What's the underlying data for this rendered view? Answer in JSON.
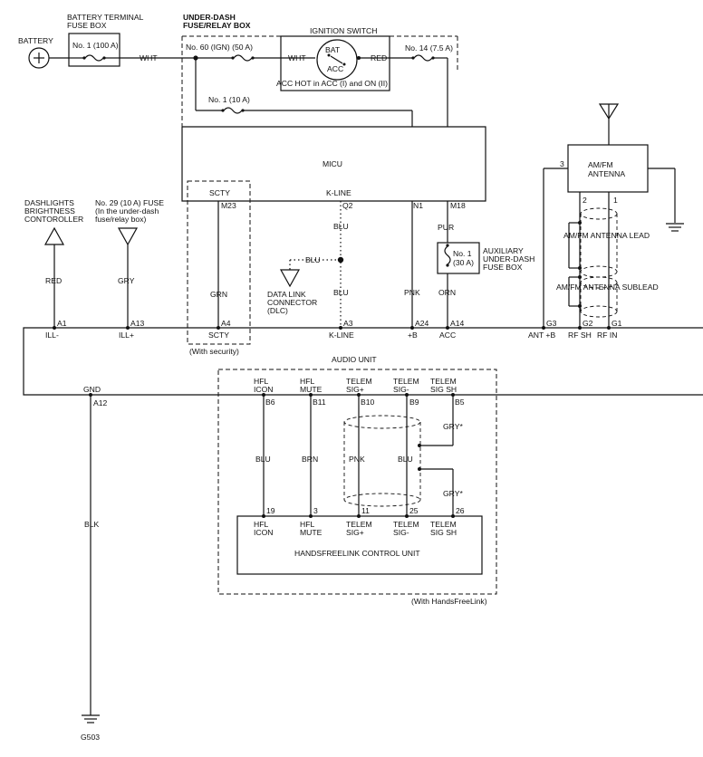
{
  "battery": {
    "label": "BATTERY"
  },
  "battery_fuse_box": {
    "title_1": "BATTERY TERMINAL",
    "title_2": "FUSE BOX",
    "fuse": "No. 1 (100 A)"
  },
  "under_dash_box": {
    "title_1": "UNDER-DASH",
    "title_2": "FUSE/RELAY BOX",
    "fuse_ign": "No. 60 (IGN) (50 A)",
    "fuse_no1": "No. 1 (10 A)",
    "fuse_no14": "No. 14 (7.5 A)"
  },
  "ignition_switch": {
    "title": "IGNITION SWITCH",
    "bat": "BAT",
    "acc": "ACC",
    "note": "ACC HOT in ACC (I) and ON (II)"
  },
  "wires": {
    "wht_1": "WHT",
    "wht_2": "WHT",
    "red_top": "RED",
    "red_dash": "RED",
    "gry_29": "GRY",
    "grn": "GRN",
    "blu_kline_1": "BLU",
    "blu_kline_2": "BLU",
    "blu_dlc": "BLU",
    "pnk": "PNK",
    "pur": "PUR",
    "orn": "ORN",
    "blk": "BLK",
    "hfl_blu": "BLU",
    "hfl_brn": "BRN",
    "hfl_pnk": "PNK",
    "hfl_blu2": "BLU",
    "gry_star_1": "GRY*",
    "gry_star_2": "GRY*"
  },
  "micu": {
    "label": "MICU",
    "scty": "SCTY",
    "kline": "K-LINE",
    "m23": "M23",
    "q2": "Q2",
    "n1": "N1",
    "m18": "M18"
  },
  "dashlights": {
    "line_1": "DASHLIGHTS",
    "line_2": "BRIGHTNESS",
    "line_3": "CONTOROLLER"
  },
  "fuse29": {
    "line_1": "No. 29 (10 A) FUSE",
    "line_2": "(In the under-dash",
    "line_3": "fuse/relay box)"
  },
  "dlc": {
    "line_1": "DATA LINK",
    "line_2": "CONNECTOR",
    "line_3": "(DLC)"
  },
  "aux_fuse_box": {
    "fuse_1": "No. 1",
    "fuse_2": "(30 A)",
    "title_1": "AUXILIARY",
    "title_2": "UNDER-DASH",
    "title_3": "FUSE BOX"
  },
  "antenna": {
    "title_1": "AM/FM",
    "title_2": "ANTENNA",
    "pin_3": "3",
    "pin_2": "2",
    "pin_1": "1",
    "lead": "AM/FM ANTENNA LEAD",
    "sublead": "AM/FM ANTENNA SUBLEAD"
  },
  "audio_unit": {
    "label": "AUDIO UNIT",
    "pins": [
      "A1",
      "A13",
      "A4",
      "A3",
      "A24",
      "A14",
      "G3",
      "G2",
      "G1"
    ],
    "pin_labels": [
      "ILL-",
      "ILL+",
      "SCTY",
      "K-LINE",
      "+B",
      "ACC",
      "ANT +B",
      "RF SH",
      "RF IN"
    ],
    "gnd": "GND",
    "a12": "A12",
    "security_note": "(With security)"
  },
  "hfl_audio_terminals": {
    "names_1": [
      "HFL",
      "HFL",
      "TELEM",
      "TELEM",
      "TELEM"
    ],
    "names_2": [
      "ICON",
      "MUTE",
      "SIG+",
      "SIG-",
      "SIG SH"
    ],
    "pins": [
      "B6",
      "B11",
      "B10",
      "B9",
      "B5"
    ]
  },
  "hfl_unit": {
    "label": "HANDSFREELINK CONTROL UNIT",
    "pins": [
      "19",
      "3",
      "11",
      "25",
      "26"
    ],
    "names_1": [
      "HFL",
      "HFL",
      "TELEM",
      "TELEM",
      "TELEM"
    ],
    "names_2": [
      "ICON",
      "MUTE",
      "SIG+",
      "SIG-",
      "SIG SH"
    ],
    "note": "(With HandsFreeLink)"
  },
  "ground": {
    "label": "G503"
  }
}
